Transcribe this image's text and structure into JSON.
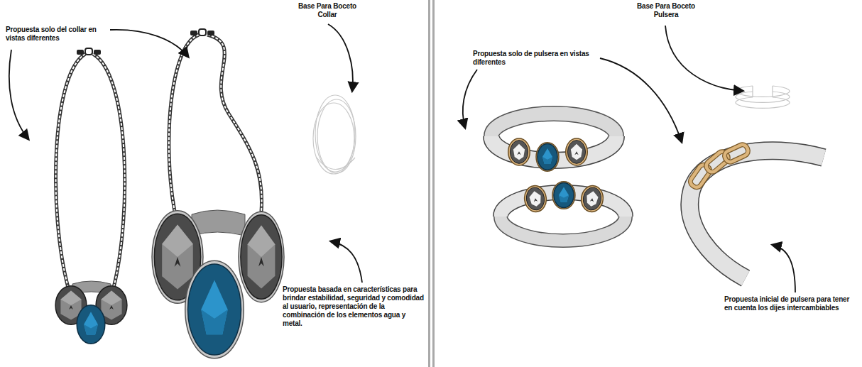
{
  "diagram": {
    "labels": [
      "Propuesta solo del collar en vistas diferentes",
      "Base Para Boceto Collar",
      "Propuesta basada en características para brindar estabilidad, seguridad y comodidad al usuario, representación de la combinación de los elementos agua y metal.",
      "Propuesta solo de pulsera en vistas diferentes",
      "Base Para Boceto Pulsera",
      "Propuesta inicial de pulsera para tener en cuenta los dijes intercambiables"
    ]
  }
}
